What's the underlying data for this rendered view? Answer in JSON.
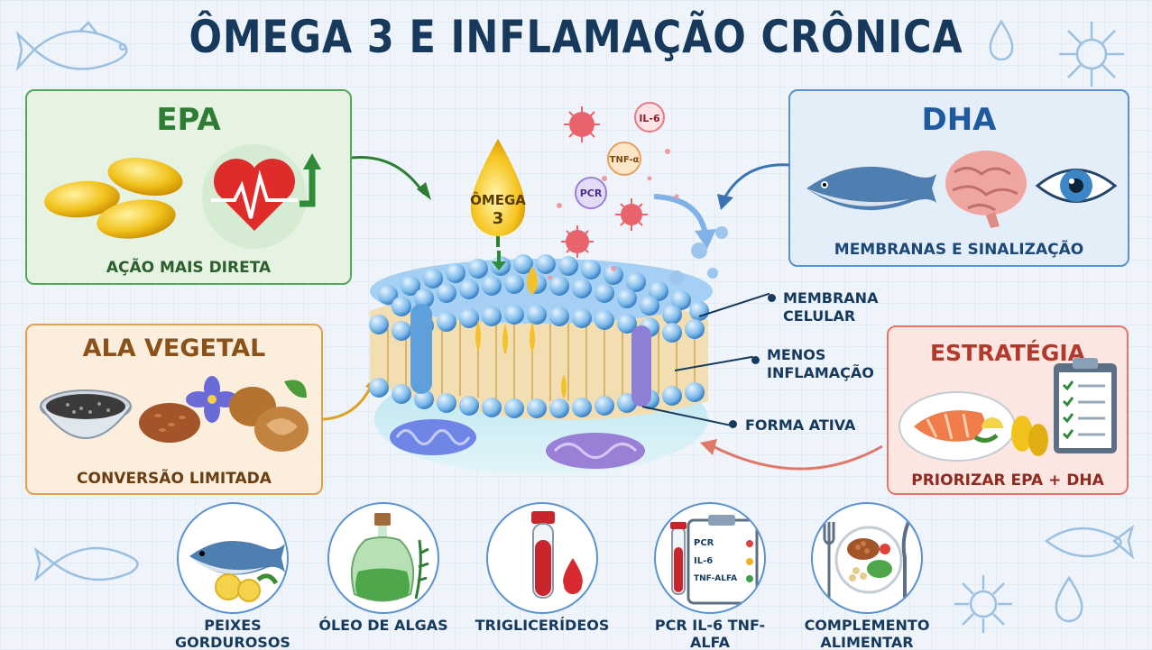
{
  "title": "ÔMEGA 3 E INFLAMAÇÃO CRÔNICA",
  "epa": {
    "heading": "EPA",
    "caption": "AÇÃO MAIS DIRETA"
  },
  "ala": {
    "heading": "ALA VEGETAL",
    "caption": "CONVERSÃO LIMITADA"
  },
  "dha": {
    "heading": "DHA",
    "caption": "MEMBRANAS E SINALIZAÇÃO"
  },
  "estrategia": {
    "heading": "ESTRATÉGIA",
    "caption": "PRIORIZAR EPA + DHA"
  },
  "center": {
    "drop_line1": "ÔMEGA",
    "drop_line2": "3",
    "markers": [
      "IL-6",
      "TNF-α",
      "PCR"
    ],
    "labels": {
      "membrana": [
        "MEMBRANA",
        "CELULAR"
      ],
      "menos": [
        "MENOS",
        "INFLAMAÇÃO"
      ],
      "forma": "FORMA ATIVA"
    }
  },
  "bottom": [
    {
      "label_lines": [
        "PEIXES",
        "GORDUROSOS"
      ],
      "icon": "fish-lemon-icon"
    },
    {
      "label_lines": [
        "ÓLEO DE ALGAS"
      ],
      "icon": "algae-oil-bottle-icon"
    },
    {
      "label_lines": [
        "TRIGLICERÍDEOS"
      ],
      "icon": "blood-tube-icon"
    },
    {
      "label_lines": [
        "PCR IL-6 TNF-ALFA"
      ],
      "icon": "lab-report-icon"
    },
    {
      "label_lines": [
        "COMPLEMENTO",
        "ALIMENTAR"
      ],
      "icon": "meal-plate-icon"
    }
  ],
  "lab_report": {
    "rows": [
      "PCR",
      "IL-6",
      "TNF-ALFA"
    ],
    "row_colors": [
      "#e0403a",
      "#f0b020",
      "#3aa04a"
    ]
  },
  "colors": {
    "epa": "#2e7d34",
    "ala": "#8a5218",
    "dha": "#1f5aa0",
    "estrategia": "#b23a2c",
    "title": "#173a5c"
  }
}
